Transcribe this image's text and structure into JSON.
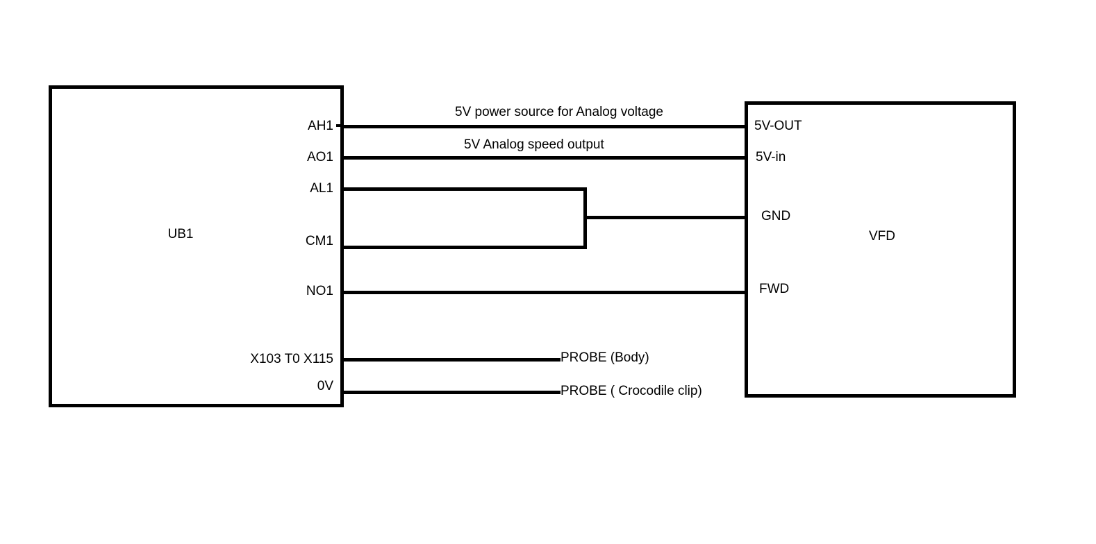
{
  "colors": {
    "background": "#ffffff",
    "line": "#000000",
    "text": "#000000"
  },
  "left_box": {
    "label": "UB1",
    "terminals": {
      "ah1": "AH1",
      "ao1": "AO1",
      "al1": "AL1",
      "cm1": "CM1",
      "no1": "NO1",
      "x103": "X103 T0 X115",
      "zero_v": "0V"
    }
  },
  "right_box": {
    "label": "VFD",
    "terminals": {
      "v5_out": "5V-OUT",
      "v5_in": "5V-in",
      "gnd": "GND",
      "fwd": "FWD"
    }
  },
  "wire_labels": {
    "power": "5V power source for Analog voltage",
    "speed": "5V Analog speed output",
    "probe_body": "PROBE (Body)",
    "probe_clip": "PROBE ( Crocodile clip)"
  }
}
